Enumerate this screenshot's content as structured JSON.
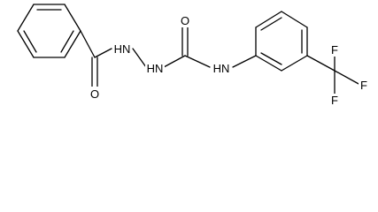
{
  "molecule": {
    "atoms": {
      "nh1": "HN",
      "nh2": "HN",
      "nh3": "HN",
      "o_benzoyl": "O",
      "o_urea": "O",
      "f1": "F",
      "f2": "F",
      "f3": "F"
    },
    "colors": {
      "bond": "#000000",
      "label": "#000000",
      "background": "#ffffff"
    }
  }
}
